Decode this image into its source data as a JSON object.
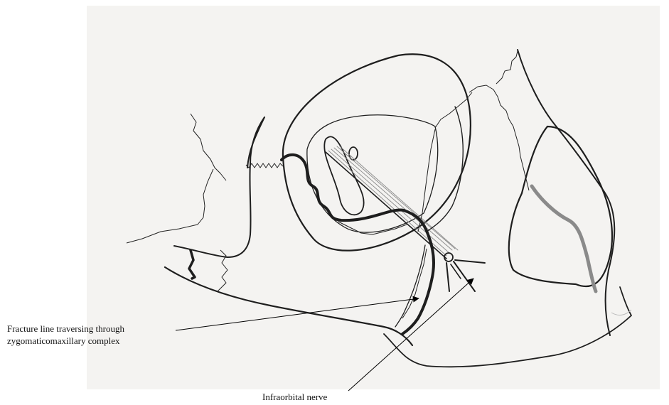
{
  "diagram": {
    "fracture_label": {
      "line1": "Fracture line traversing through",
      "line2": "zygomaticomaxillary complex"
    },
    "nerve_label": "Infraorbital nerve",
    "colors": {
      "paper": "#f4f3f1",
      "pencil": "#1e1e1e",
      "shading": "#8a8a8a",
      "leader": "#000000"
    }
  }
}
